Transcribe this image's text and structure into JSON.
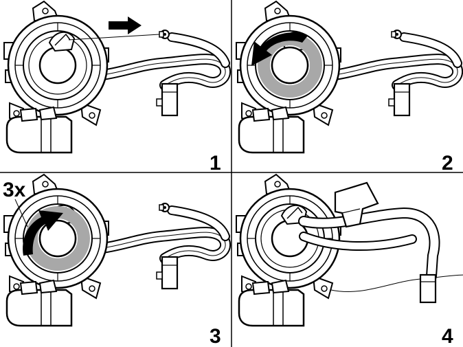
{
  "panels": [
    {
      "step": "1",
      "annotation": "",
      "action": "pull-pin"
    },
    {
      "step": "2",
      "annotation": "",
      "action": "rotate-ccw"
    },
    {
      "step": "3",
      "annotation": "3x",
      "action": "rotate-cw"
    },
    {
      "step": "4",
      "annotation": "",
      "action": "insert-lock"
    }
  ],
  "colors": {
    "line": "#000000",
    "background": "#ffffff",
    "highlight": "#a8a8a8",
    "grid": "#000000"
  }
}
